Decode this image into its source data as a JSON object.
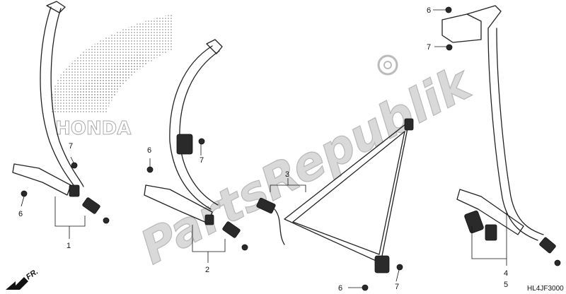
{
  "diagram": {
    "code": "HL4JF3000",
    "watermark": "PartsRepublik",
    "logo_text": "HONDA",
    "direction_label": "FR.",
    "callouts": [
      {
        "id": "c1",
        "label": "1"
      },
      {
        "id": "c2",
        "label": "2"
      },
      {
        "id": "c3",
        "label": "3"
      },
      {
        "id": "c4",
        "label": "4"
      },
      {
        "id": "c5",
        "label": "5"
      },
      {
        "id": "c6a",
        "label": "6"
      },
      {
        "id": "c6b",
        "label": "6"
      },
      {
        "id": "c6c",
        "label": "6"
      },
      {
        "id": "c6d",
        "label": "6"
      },
      {
        "id": "c7a",
        "label": "7"
      },
      {
        "id": "c7b",
        "label": "7"
      },
      {
        "id": "c7c",
        "label": "7"
      },
      {
        "id": "c7d",
        "label": "7"
      }
    ],
    "colors": {
      "line": "#222222",
      "watermark": "#d9d9d9",
      "logo_dots": "#999999"
    }
  }
}
